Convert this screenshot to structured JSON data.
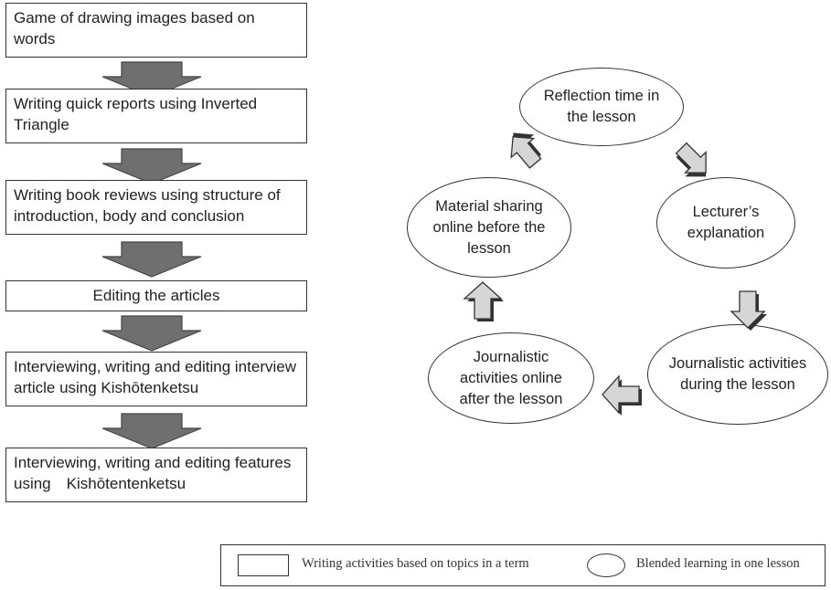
{
  "steps": [
    {
      "label": "Game of drawing images based on words"
    },
    {
      "label": "Writing quick reports using Inverted Triangle"
    },
    {
      "label": "Writing book reviews using structure of introduction, body and conclusion"
    },
    {
      "label": "Editing the articles"
    },
    {
      "label": "Interviewing, writing and editing interview article using Kishōtenketsu"
    },
    {
      "label": "Interviewing, writing and editing features using　Kishōtentenketsu"
    }
  ],
  "cycle": [
    {
      "label": "Reflection time in the lesson"
    },
    {
      "label": "Lecturer’s explanation"
    },
    {
      "label": "Journalistic activities during the lesson"
    },
    {
      "label": "Journalistic activities online after the lesson"
    },
    {
      "label": "Material sharing online before the lesson"
    }
  ],
  "legend": {
    "box_label": "Writing activities based on topics in a term",
    "ellipse_label": "Blended learning in one lesson"
  },
  "colors": {
    "box_border": "#333333",
    "arrow_fill": "#6f6f6f",
    "cycle_arrow_fill": "#d6d6d6"
  }
}
